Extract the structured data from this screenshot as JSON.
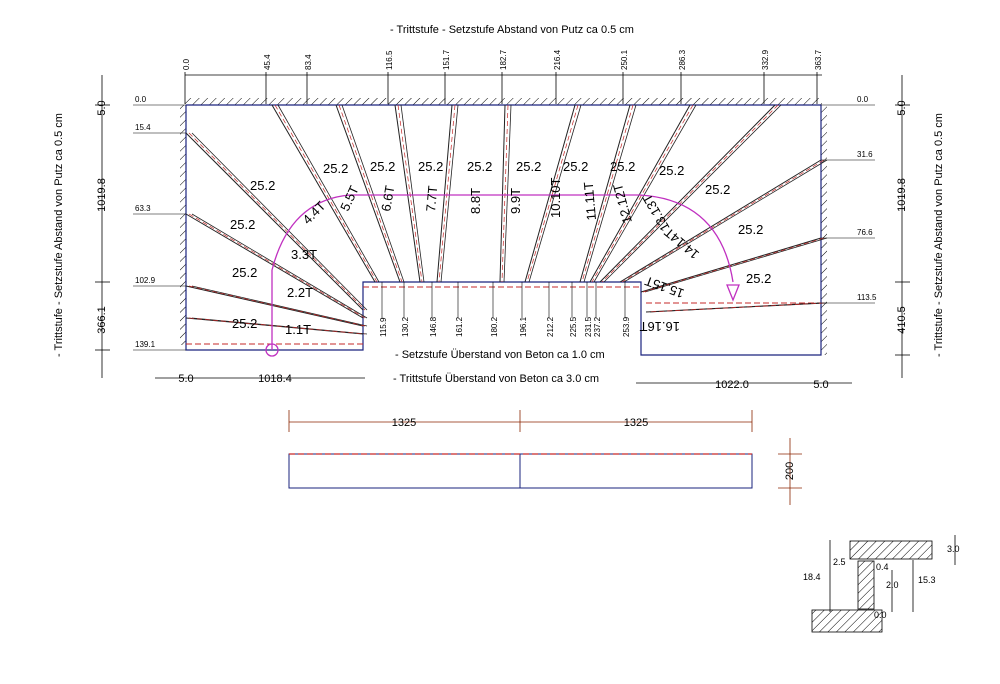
{
  "notes": {
    "top": "- Trittstufe - Setzstufe Abstand von Putz ca 0.5 cm",
    "left": "- Trittstufe - Setzstufe Abstand von Putz ca 0.5 cm",
    "right": "- Trittstufe - Setzstufe Abstand von Putz ca 0.5 cm",
    "setz": "- Setzstufe Überstand von Beton ca 1.0 cm",
    "tritt": "- Trittstufe Überstand von Beton ca 3.0 cm"
  },
  "top_ticks": [
    "0.0",
    "45.4",
    "83.4",
    "116.5",
    "151.7",
    "182.7",
    "216.4",
    "250.1",
    "286.3",
    "332.9",
    "363.7"
  ],
  "bottom_ticks": [
    "115.9",
    "130.2",
    "146.8",
    "161.2",
    "180.2",
    "196.1",
    "212.2",
    "225.5",
    "231.5",
    "237.2",
    "253.9"
  ],
  "left_marks": [
    "0.0",
    "15.4",
    "63.3",
    "102.9",
    "139.1"
  ],
  "right_marks": [
    "0.0",
    "31.6",
    "76.6",
    "113.5"
  ],
  "left_dims": [
    "5.0",
    "1019.8",
    "366.1"
  ],
  "right_dims": [
    "5.0",
    "1019.8",
    "410.5"
  ],
  "bottom_dims": {
    "left_a": "5.0",
    "left_b": "1018.4",
    "right_a": "1022.0",
    "right_b": "5.0"
  },
  "tread_width": "25.2",
  "steps": [
    "1.1T",
    "2.2T",
    "3.3T",
    "4.4T",
    "5.5T",
    "6.6T",
    "7.7T",
    "8.8T",
    "9.9T",
    "10.10T",
    "11.11T",
    "12.12T",
    "13.13T",
    "14.14T",
    "15.15T",
    "16.16T"
  ],
  "landing": {
    "left": "1325",
    "right": "1325",
    "height": "200"
  },
  "detail": {
    "a": "2.5",
    "b": "0.4",
    "c": "3.0",
    "d": "18.4",
    "e": "2.0",
    "f": "15.3",
    "g": "0.0"
  }
}
